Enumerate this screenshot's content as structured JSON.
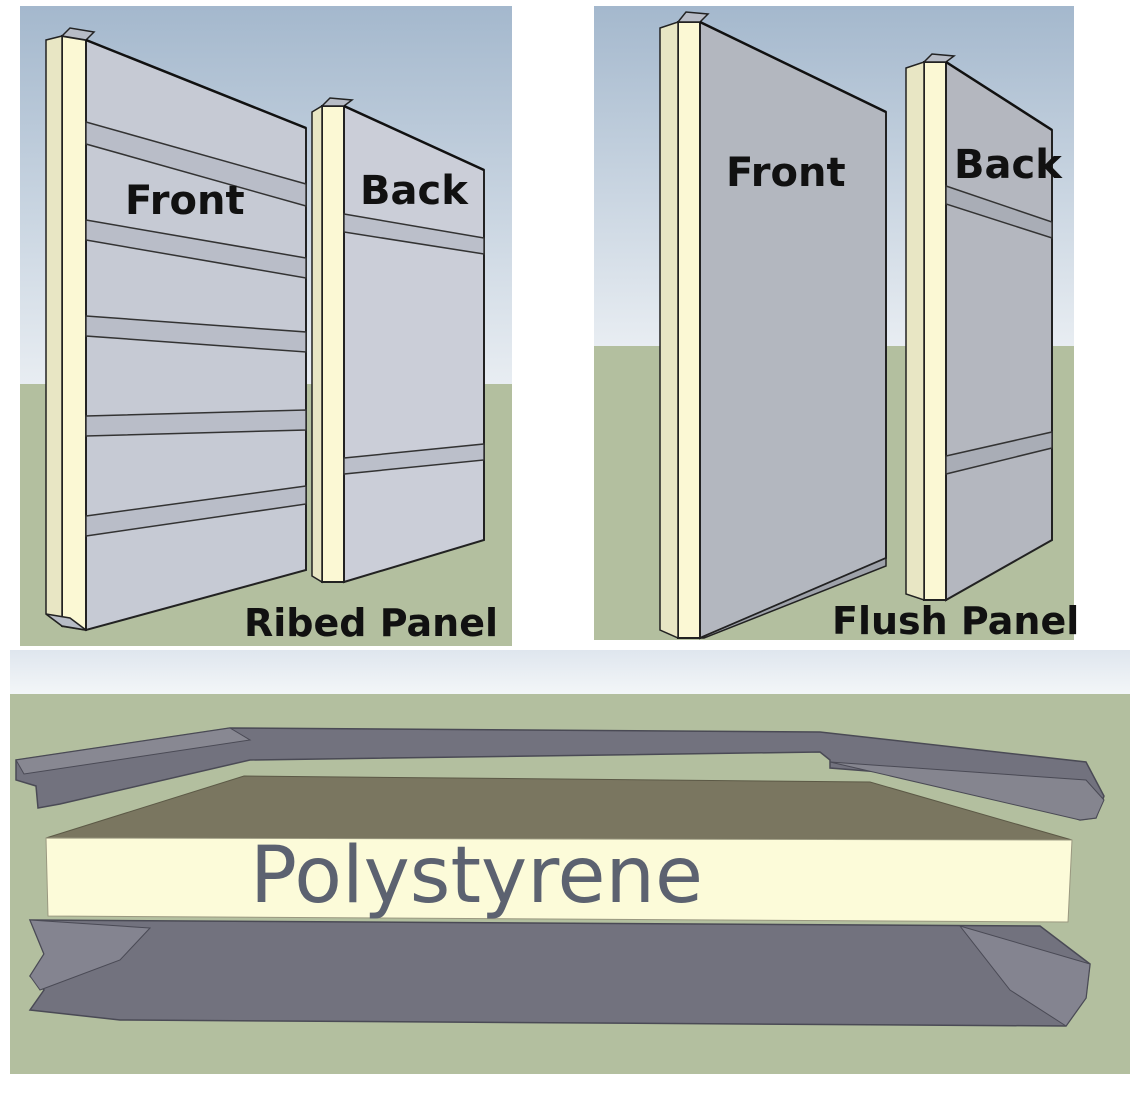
{
  "panels": {
    "ribbed": {
      "front_label": "Front",
      "back_label": "Back",
      "caption": "Ribed Panel"
    },
    "flush": {
      "front_label": "Front",
      "back_label": "Back",
      "caption": "Flush Panel"
    }
  },
  "exploded": {
    "core_label": "Polystyrene"
  },
  "colors": {
    "sky_top": "#a9bcd0",
    "sky_bottom": "#e6ecf1",
    "ground": "#b3bf9f",
    "steel_face": "#c8ccd6",
    "steel_face_dark": "#b4b7c0",
    "foam": "#fcfbd9",
    "sheet_dark": "#72727e",
    "foam_top": "#7a7660"
  }
}
